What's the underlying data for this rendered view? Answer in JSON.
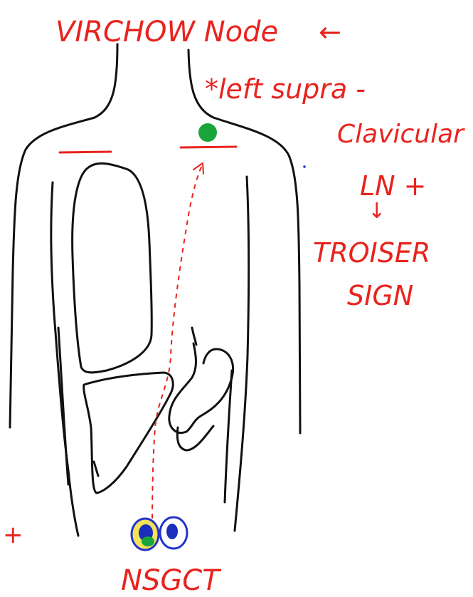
{
  "labels": {
    "title": "VIRCHOW Node",
    "title_arrow": "←",
    "line2": "*left supra -",
    "line3": "Clavicular",
    "line4": "LN +",
    "down_arrow": "↓",
    "line5": "TROISER",
    "line6": "SIGN",
    "bottom": "NSGCT",
    "margin_mark": "+"
  },
  "colors": {
    "ink": "#111111",
    "annotation": "#e8231e",
    "node": "#19a53a",
    "testis_outline": "#2233cc",
    "testis_fill": "#f2e35a"
  }
}
